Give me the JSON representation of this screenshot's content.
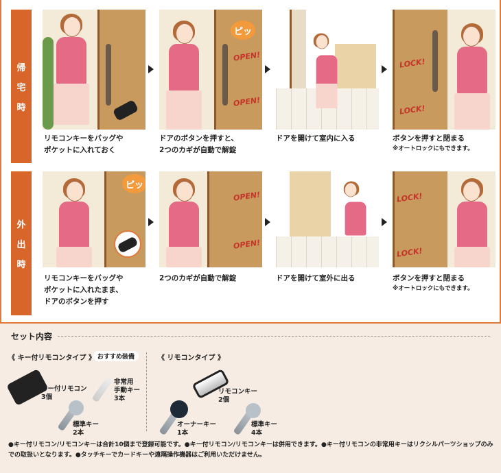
{
  "rows": [
    {
      "label": [
        "帰",
        "宅",
        "時"
      ],
      "steps": [
        {
          "caption": [
            "リモコンキーをバッグや",
            "ポケットに入れておく"
          ]
        },
        {
          "caption": [
            "ドアのボタンを押すと、",
            "2つのカギが自動で解錠"
          ],
          "sfx": [
            "ピッ",
            "OPEN!",
            "OPEN!"
          ]
        },
        {
          "caption": [
            "ドアを開けて室内に入る"
          ]
        },
        {
          "caption": [
            "ボタンを押すと閉まる"
          ],
          "note": "※オートロックにもできます。",
          "sfx": [
            "LOCK!",
            "LOCK!"
          ]
        }
      ]
    },
    {
      "label": [
        "外",
        "出",
        "時"
      ],
      "steps": [
        {
          "caption": [
            "リモコンキーをバッグや",
            "ポケットに入れたまま、",
            "ドアのボタンを押す"
          ],
          "sfx": [
            "ピッ"
          ]
        },
        {
          "caption": [
            "2つのカギが自動で解錠"
          ],
          "sfx": [
            "OPEN!",
            "OPEN!"
          ]
        },
        {
          "caption": [
            "ドアを開けて室外に出る"
          ]
        },
        {
          "caption": [
            "ボタンを押すと閉まる"
          ],
          "note": "※オートロックにもできます。",
          "sfx": [
            "LOCK!",
            "LOCK!"
          ]
        }
      ]
    }
  ],
  "set": {
    "title": "セット内容",
    "type1": {
      "label": "《 キー付リモコンタイプ 》",
      "badge": "おすすめ装備",
      "items": [
        {
          "name": "キー付リモコン",
          "qty": "3個"
        },
        {
          "name": "非常用\n手動キー",
          "qty": "3本"
        },
        {
          "name": "標準キー",
          "qty": "2本"
        }
      ]
    },
    "type2": {
      "label": "《 リモコンタイプ 》",
      "items": [
        {
          "name": "リモコンキー",
          "qty": "2個"
        },
        {
          "name": "オーナーキー",
          "qty": "1本"
        },
        {
          "name": "標準キー",
          "qty": "4本"
        }
      ]
    },
    "notes": "●キー付リモコン/リモコンキーは合計10個まで登録可能です。●キー付リモコン/リモコンキーは併用できます。●キー付リモコンの非常用キーはリクシルパーツショップのみでの取扱いとなります。●タッチキーでカードキーや遠隔操作機器はご利用いただけません。"
  },
  "colors": {
    "accent": "#d8662a",
    "border": "#e07a3c",
    "bg": "#f6ece3"
  }
}
